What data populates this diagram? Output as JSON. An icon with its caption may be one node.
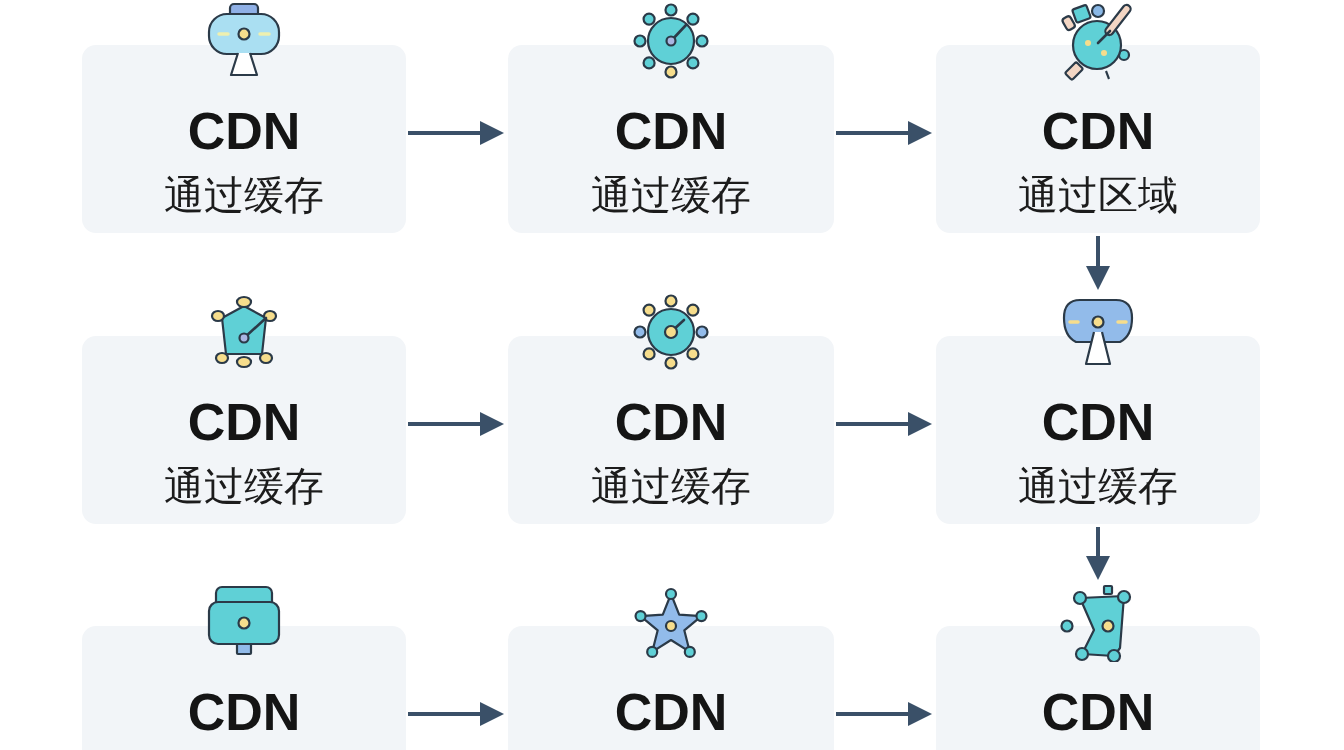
{
  "diagram": {
    "nodes": [
      {
        "text": [
          "CDN",
          "通过缓存"
        ]
      },
      {
        "text": [
          "CDN",
          "通过缓存"
        ]
      },
      {
        "text": [
          "CDN",
          "通过区域"
        ]
      },
      {
        "text": [
          "CDN",
          "通过缓存"
        ]
      },
      {
        "text": [
          "CDN",
          "通过缓存"
        ]
      },
      {
        "text": [
          "CDN",
          "通过缓存"
        ]
      },
      {
        "text": [
          "CDN"
        ]
      },
      {
        "text": [
          "CDN"
        ]
      },
      {
        "text": [
          "CDN"
        ]
      }
    ],
    "edges": [
      {
        "from": 0,
        "to": 1,
        "arrow": "to"
      },
      {
        "from": 1,
        "to": 2,
        "arrow": "to"
      },
      {
        "from": 2,
        "to": 5,
        "arrow": "to"
      },
      {
        "from": 3,
        "to": 4,
        "arrow": "to"
      },
      {
        "from": 4,
        "to": 5,
        "arrow": "to"
      },
      {
        "from": 5,
        "to": 8,
        "arrow": "to"
      },
      {
        "from": 6,
        "to": 7,
        "arrow": "to"
      },
      {
        "from": 7,
        "to": 8,
        "arrow": "to"
      }
    ]
  }
}
